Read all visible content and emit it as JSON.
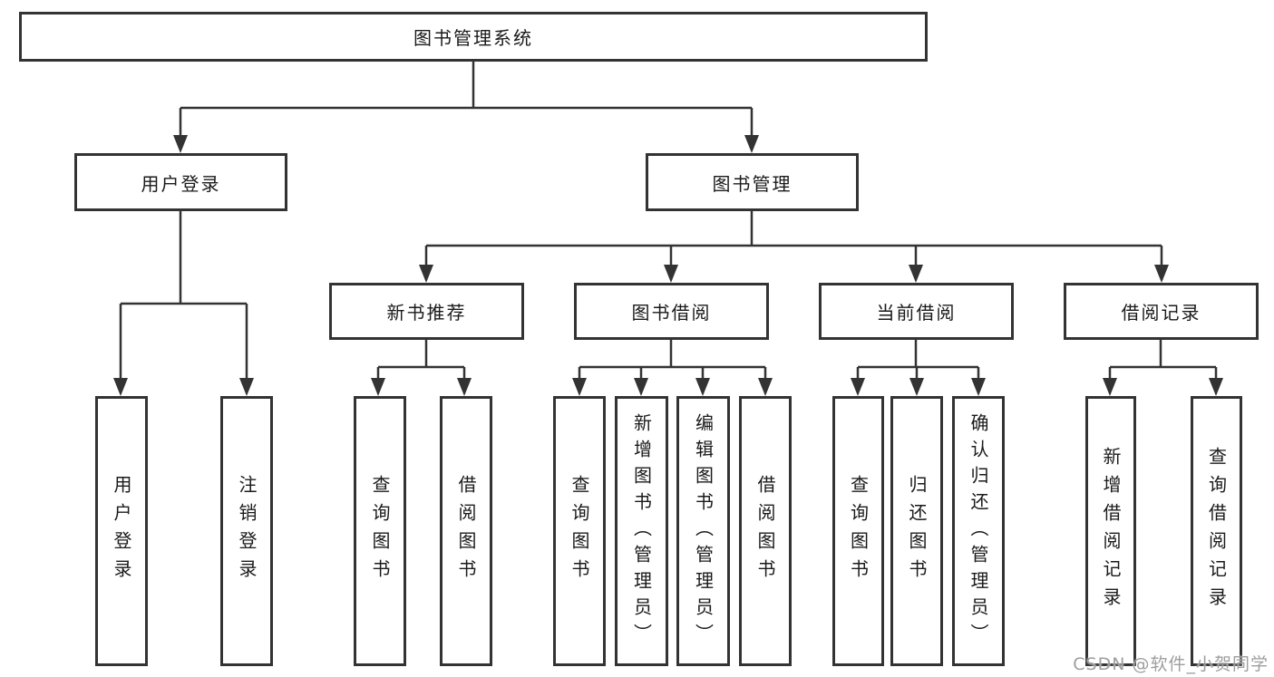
{
  "diagram": {
    "root": {
      "label": "图书管理系统"
    },
    "branches": [
      {
        "label": "用户登录",
        "children": [
          {
            "label": "用户登录"
          },
          {
            "label": "注销登录"
          }
        ]
      },
      {
        "label": "图书管理",
        "children": [
          {
            "label": "新书推荐",
            "children": [
              {
                "label": "查询图书"
              },
              {
                "label": "借阅图书"
              }
            ]
          },
          {
            "label": "图书借阅",
            "children": [
              {
                "label": "查询图书"
              },
              {
                "label": "新增图书（管理员）"
              },
              {
                "label": "编辑图书（管理员）"
              },
              {
                "label": "借阅图书"
              }
            ]
          },
          {
            "label": "当前借阅",
            "children": [
              {
                "label": "查询图书"
              },
              {
                "label": "归还图书"
              },
              {
                "label": "确认归还（管理员）"
              }
            ]
          },
          {
            "label": "借阅记录",
            "children": [
              {
                "label": "新增借阅记录"
              },
              {
                "label": "查询借阅记录"
              }
            ]
          }
        ]
      }
    ]
  },
  "watermark": {
    "text": "CSDN @软件_小贺同学"
  },
  "colors": {
    "line": "#333333",
    "text": "#1a1a1a",
    "watermark": "#9e9e9e"
  }
}
